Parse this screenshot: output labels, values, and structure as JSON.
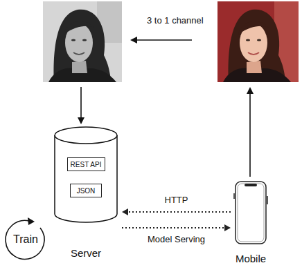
{
  "diagram": {
    "nodes": [
      {
        "text": [
          "Server"
        ]
      },
      {
        "text": [
          "REST API"
        ],
        "in": 0
      },
      {
        "text": [
          "JSON"
        ],
        "in": 0
      },
      {
        "text": [
          "Mobile"
        ]
      }
    ],
    "edges": [
      {
        "from": 3,
        "to": 0,
        "arrow": "to",
        "label": "HTTP"
      },
      {
        "from": 0,
        "to": 3,
        "arrow": "to",
        "label": "Model Serving"
      }
    ],
    "labels": [
      "3 to 1 channel",
      "Train"
    ]
  }
}
